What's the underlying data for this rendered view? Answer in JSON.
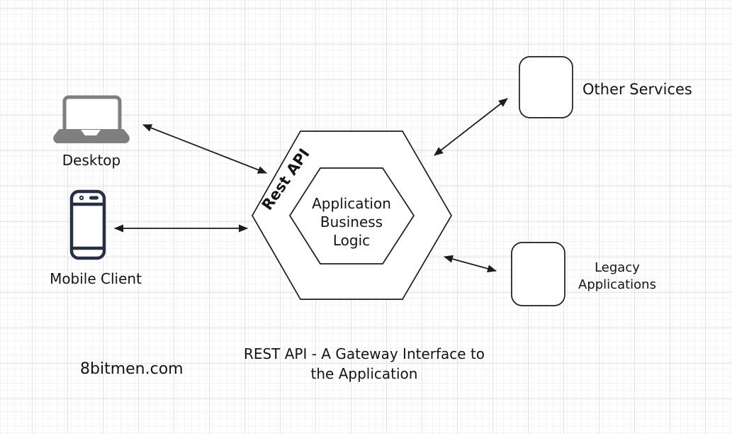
{
  "title": {
    "line1": "REST API - A Gateway Interface to",
    "line2": "the Application"
  },
  "watermark": "8bitmen.com",
  "gateway": {
    "edge_label": "Rest API",
    "core": {
      "line1": "Application",
      "line2": "Business",
      "line3": "Logic"
    }
  },
  "clients": {
    "desktop": {
      "label": "Desktop",
      "icon": "laptop-icon"
    },
    "mobile": {
      "label": "Mobile Client",
      "icon": "smartphone-icon"
    }
  },
  "services": {
    "other": {
      "label": "Other Services"
    },
    "legacy": {
      "label_line1": "Legacy",
      "label_line2": "Applications"
    }
  },
  "colors": {
    "ink": "#1c1c1c",
    "text": "#141414",
    "laptop_gray": "#7f7f7f",
    "phone_dark": "#273043",
    "grid_major": "#e3e1e2",
    "grid_minor": "#f6f3f4",
    "background": "#ffffff"
  }
}
